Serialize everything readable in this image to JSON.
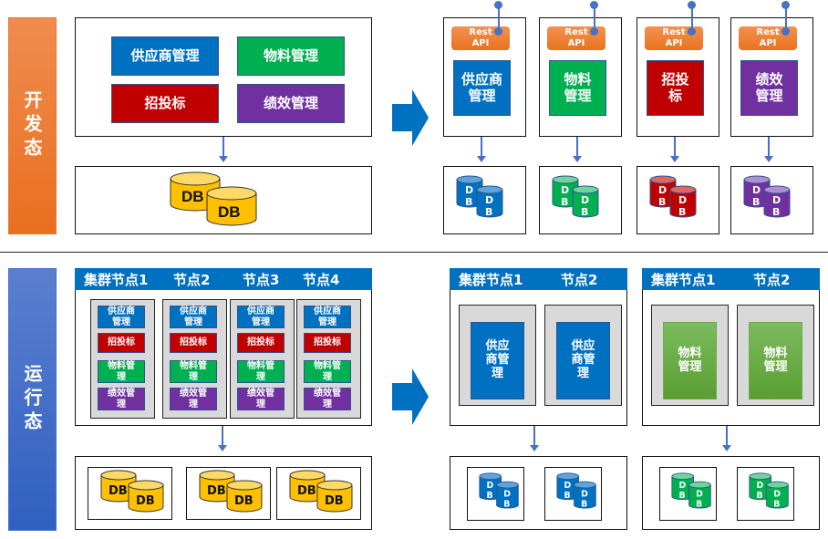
{
  "sections": {
    "dev": {
      "label": "开发态"
    },
    "run": {
      "label": "运行态"
    }
  },
  "modules": {
    "supplier": "供应商管理",
    "material": "物料管理",
    "bidding": "招投标",
    "performance": "绩效管理"
  },
  "modules_wrapped": {
    "supplier": "供应商\n管理",
    "material": "物料\n管理",
    "bidding": "招投\n标",
    "performance": "绩效\n管理"
  },
  "rest_api": "Rest\nAPI",
  "db_label": "DB",
  "db_label_vertical": "D\nB",
  "cluster_headers": {
    "monolith": [
      "集群节点1",
      "节点2",
      "节点3",
      "节点4"
    ],
    "micro_supplier": [
      "集群节点1",
      "节点2"
    ],
    "micro_material": [
      "集群节点1",
      "节点2"
    ]
  },
  "node_modules": {
    "supplier": "供应商\n管理",
    "bidding": "招投标",
    "material": "物料管\n理",
    "performance": "绩效管\n理"
  },
  "micro_node_modules": {
    "supplier": "供应\n商管\n理",
    "material": "物料\n管理"
  },
  "colors": {
    "blue": "#0070c0",
    "green": "#00b050",
    "red": "#c00000",
    "purple": "#7030a0",
    "orange": "#ed7d31",
    "db_yellow": "#ffc000",
    "connector": "#4472c4"
  }
}
